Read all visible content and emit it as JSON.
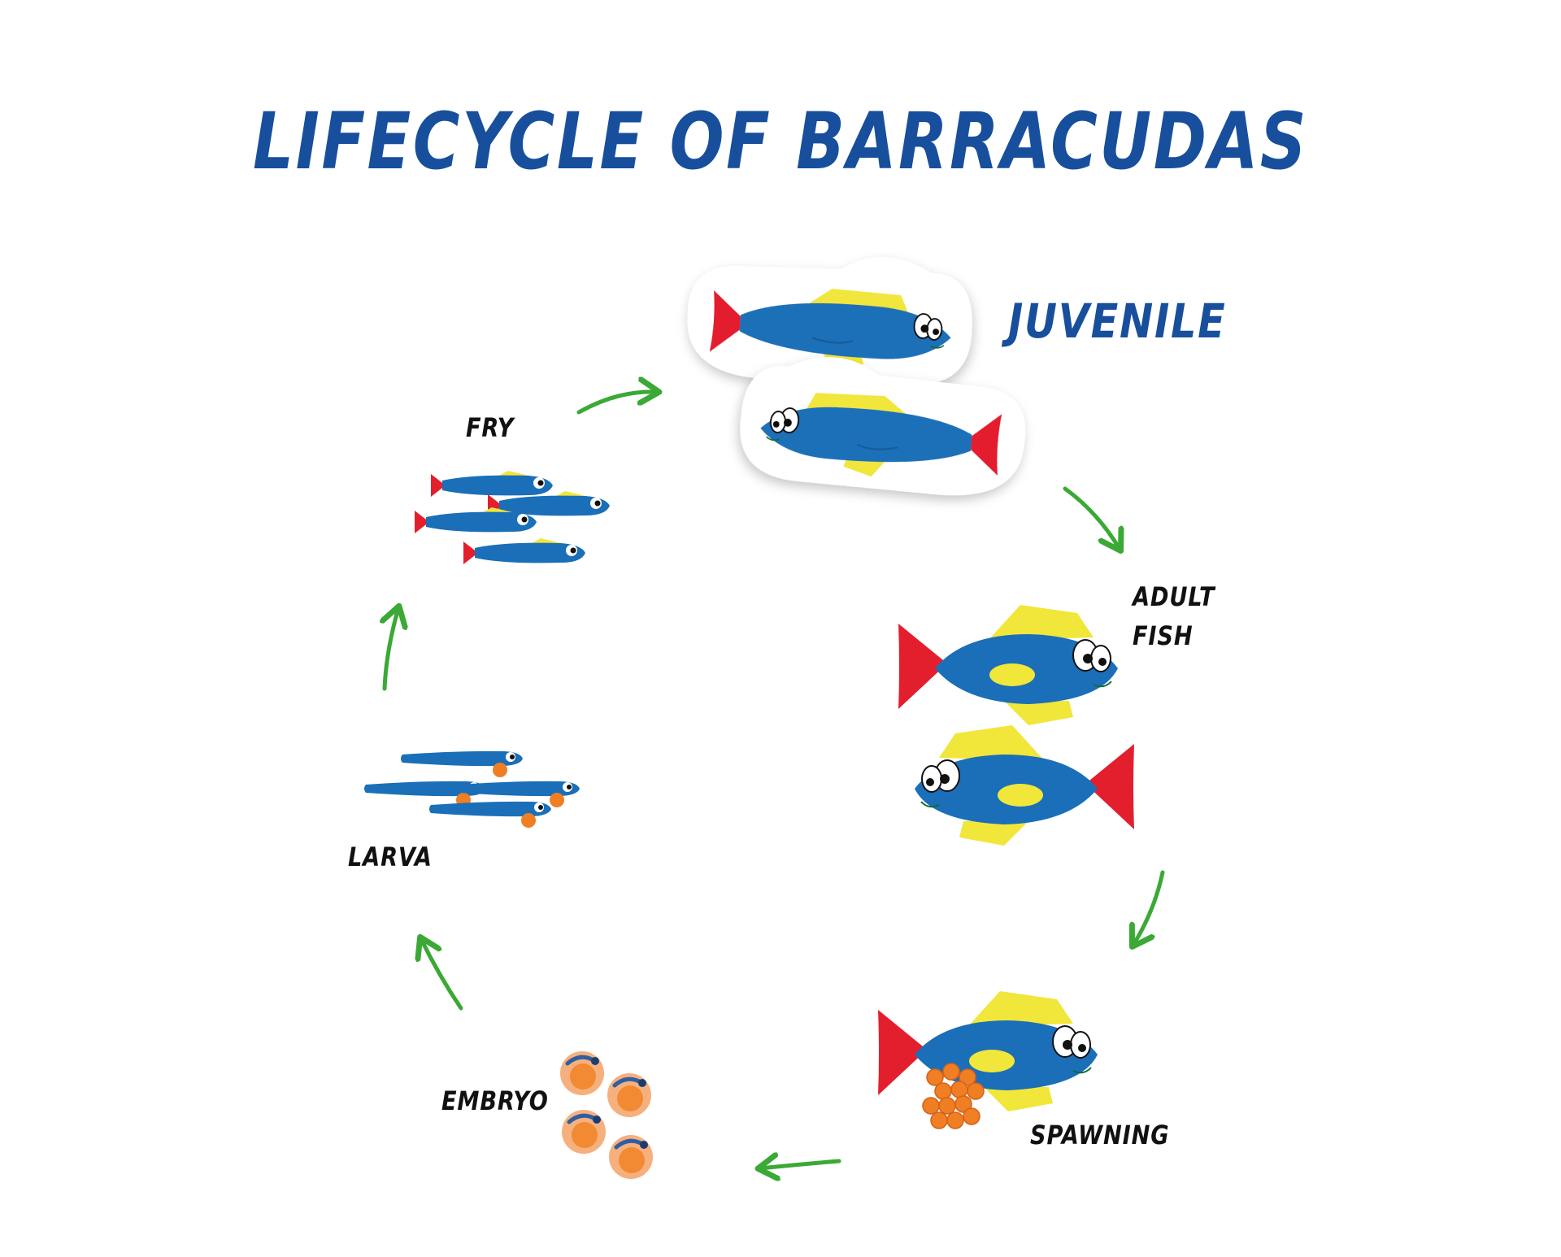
{
  "title": "LIFECYCLE OF BARRACUDAS",
  "stages": {
    "juvenile": "JUVENILE",
    "adult": "ADULT\nFISH",
    "spawning": "SPAWNING",
    "embryo": "EMBRYO",
    "larva": "LARVA",
    "fry": "FRY"
  },
  "colors": {
    "title": "#174f9d",
    "fish_body": "#1a6fb8",
    "fin_yellow": "#f1e63a",
    "tail_red": "#e31f2e",
    "arrow": "#3aa935",
    "egg": "#f59a4a",
    "label_dark": "#111111"
  }
}
